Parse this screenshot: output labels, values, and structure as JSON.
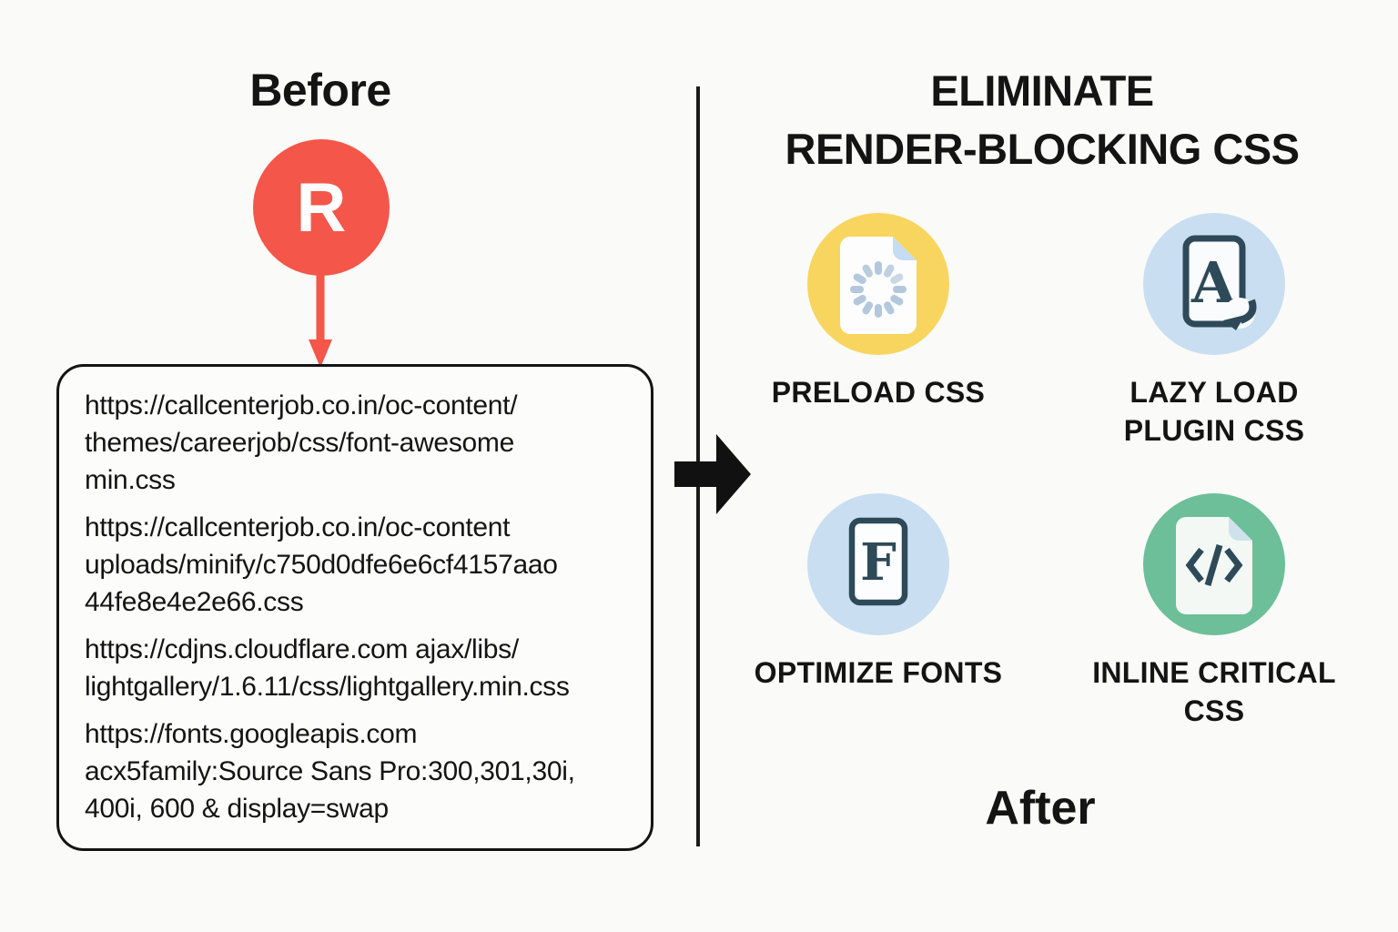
{
  "left": {
    "title": "Before",
    "badge_letter": "R",
    "badge_color": "#f4564a",
    "urls": [
      "https://callcenterjob.co.in/oc-content/\nthemes/careerjob/css/font-awesome\nmin.css",
      "https://callcenterjob.co.in/oc-content\nuploads/minify/c750d0dfe6e6cf4157aao\n44fe8e4e2e66.css",
      "https://cdjns.cloudflare.com ajax/libs/\nlightgallery/1.6.11/css/lightgallery.min.css",
      "https://fonts.googleapis.com\nacx5family:Source Sans Pro:300,301,30i,\n400i, 600 & display=swap"
    ]
  },
  "right": {
    "title_line1": "ELIMINATE",
    "title_line2": "RENDER-BLOCKING CSS",
    "footer": "After",
    "items": [
      {
        "label": "PRELOAD CSS",
        "icon": "preload-spinner-document-icon",
        "circle_color": "#f8d55f"
      },
      {
        "label": "LAZY LOAD\nPLUGIN CSS",
        "icon": "lazy-load-a-tablet-icon",
        "circle_color": "#c9def0",
        "letter": "A"
      },
      {
        "label": "OPTIMIZE FONTS",
        "icon": "optimize-fonts-f-document-icon",
        "circle_color": "#c9def0",
        "letter": "F"
      },
      {
        "label": "INLINE CRITICAL\nCSS",
        "icon": "inline-code-document-icon",
        "circle_color": "#6cbf98"
      }
    ]
  },
  "colors": {
    "accent_red": "#f4564a",
    "icon_stroke": "#2e4a59",
    "text": "#141414",
    "background": "#fafaf8"
  }
}
